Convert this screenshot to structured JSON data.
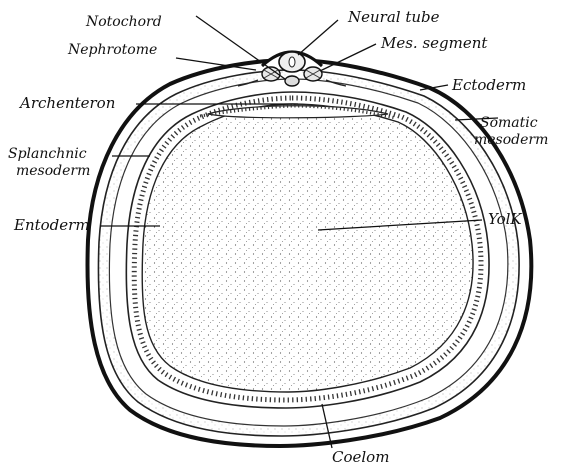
{
  "figure": {
    "labels": {
      "notochord": "Notochord",
      "neural_tube": "Neural tube",
      "nephrotome": "Nephrotome",
      "mes_segment": "Mes. segment",
      "ectoderm": "Ectoderm",
      "archenteron": "Archenteron",
      "somatic_mesoderm_1": "Somatic",
      "somatic_mesoderm_2": "mesoderm",
      "splanchnic_mesoderm_1": "Splanchnic",
      "splanchnic_mesoderm_2": "mesoderm",
      "entoderm": "Entoderm",
      "yolk": "YolK",
      "coelom": "Coelom"
    }
  }
}
